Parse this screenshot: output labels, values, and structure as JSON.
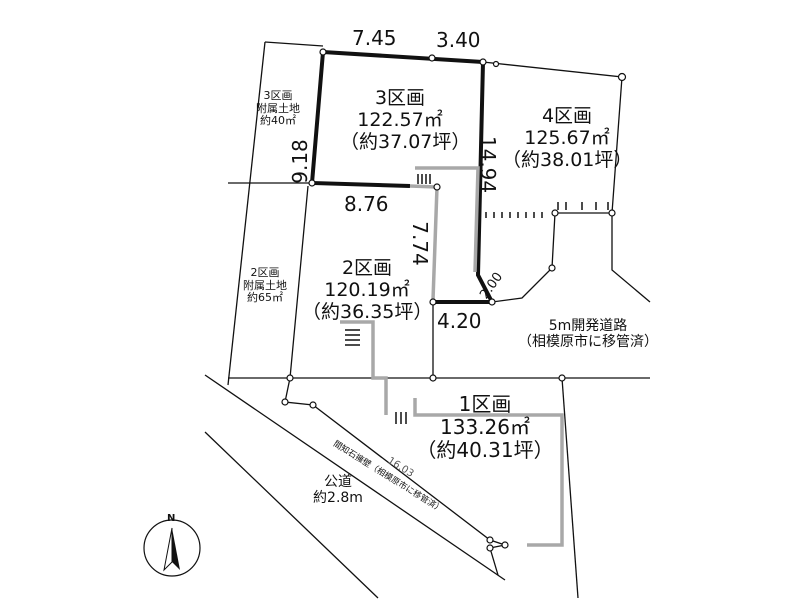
{
  "lots": {
    "lot3": {
      "name": "3区画",
      "area": "122.57㎡",
      "tsubo": "（約37.07坪）"
    },
    "lot4": {
      "name": "4区画",
      "area": "125.67㎡",
      "tsubo": "（約38.01坪）"
    },
    "lot2": {
      "name": "2区画",
      "area": "120.19㎡",
      "tsubo": "（約36.35坪）"
    },
    "lot1": {
      "name": "1区画",
      "area": "133.26㎡",
      "tsubo": "（約40.31坪）"
    }
  },
  "annex": {
    "lot3": [
      "3区画",
      "附属土地",
      "約40㎡"
    ],
    "lot2": [
      "2区画",
      "附属土地",
      "約65㎡"
    ]
  },
  "dimensions": {
    "top_left": "7.45",
    "top_right": "3.40",
    "left": "9.18",
    "bottom": "8.76",
    "mid": "7.74",
    "right": "14.94",
    "lower": "4.20",
    "corner": "2.00",
    "wall": "16.03"
  },
  "roads": {
    "dev_road": [
      "5m開発道路",
      "（相模原市に移管済）"
    ],
    "public_road": [
      "公道",
      "約2.8m"
    ],
    "wall": "間知石擁壁（相模原市に移管済）"
  },
  "compass": "N",
  "colors": {
    "line": "#111111",
    "gray": "#a8a8a8"
  }
}
